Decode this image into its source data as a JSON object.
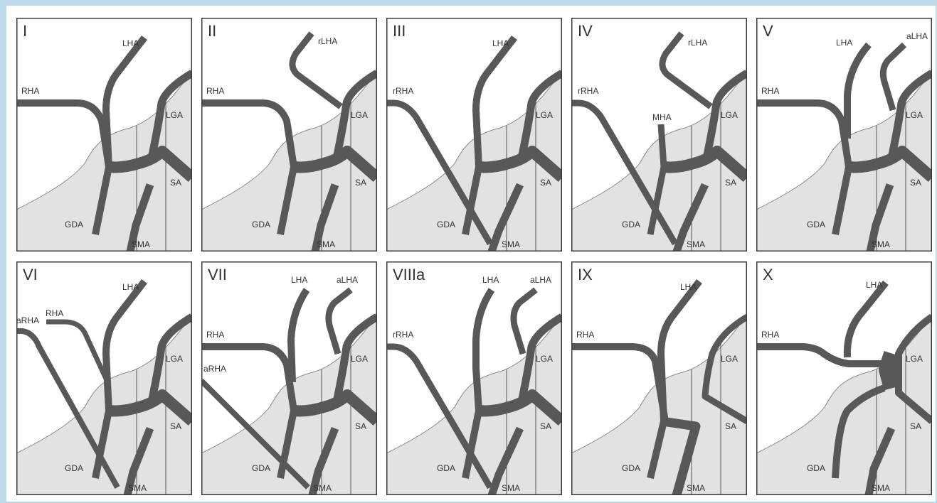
{
  "panels": [
    {
      "numeral": "I",
      "labels": {
        "lha": "LHA",
        "rha": "RHA",
        "lga": "LGA",
        "sa": "SA",
        "gda": "GDA",
        "sma": "SMA"
      }
    },
    {
      "numeral": "II",
      "labels": {
        "rlha": "rLHA",
        "rha": "RHA",
        "lga": "LGA",
        "sa": "SA",
        "gda": "GDA",
        "sma": "SMA"
      }
    },
    {
      "numeral": "III",
      "labels": {
        "lha": "LHA",
        "rrha": "rRHA",
        "lga": "LGA",
        "sa": "SA",
        "gda": "GDA",
        "sma": "SMA"
      }
    },
    {
      "numeral": "IV",
      "labels": {
        "rlha": "rLHA",
        "rrha": "rRHA",
        "mha": "MHA",
        "lga": "LGA",
        "sa": "SA",
        "gda": "GDA",
        "sma": "SMA"
      }
    },
    {
      "numeral": "V",
      "labels": {
        "lha": "LHA",
        "alha": "aLHA",
        "rha": "RHA",
        "lga": "LGA",
        "sa": "SA",
        "gda": "GDA",
        "sma": "SMA"
      }
    },
    {
      "numeral": "VI",
      "labels": {
        "lha": "LHA",
        "rha": "RHA",
        "arha": "aRHA",
        "lga": "LGA",
        "sa": "SA",
        "gda": "GDA",
        "sma": "SMA"
      }
    },
    {
      "numeral": "VII",
      "labels": {
        "lha": "LHA",
        "alha": "aLHA",
        "rha": "RHA",
        "arha": "aRHA",
        "lga": "LGA",
        "sa": "SA",
        "gda": "GDA",
        "sma": "SMA"
      }
    },
    {
      "numeral": "VIIIa",
      "labels": {
        "lha": "LHA",
        "alha": "aLHA",
        "rrha": "rRHA",
        "lga": "LGA",
        "sa": "SA",
        "gda": "GDA",
        "sma": "SMA"
      }
    },
    {
      "numeral": "IX",
      "labels": {
        "lha": "LHA",
        "rha": "RHA",
        "lga": "LGA",
        "sa": "SA",
        "gda": "GDA",
        "sma": "SMA"
      }
    },
    {
      "numeral": "X",
      "labels": {
        "lha": "LHA",
        "rha": "RHA",
        "lga": "LGA",
        "sa": "SA",
        "gda": "GDA",
        "sma": "SMA"
      }
    }
  ],
  "colors": {
    "frame": "#bcdcec",
    "panel_border": "#3a3a3a",
    "vessel": "#58585a",
    "shaded_region": "#e2e2e4",
    "region_outline": "#8a8a8a",
    "text": "#333333"
  }
}
